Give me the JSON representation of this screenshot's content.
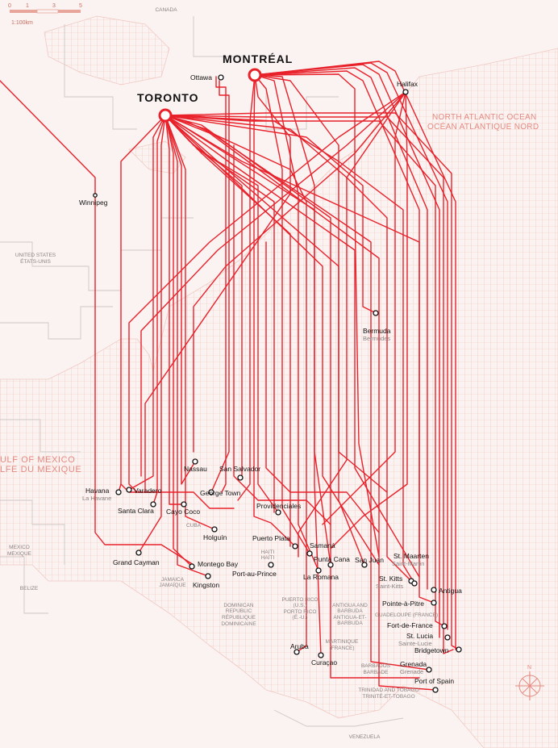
{
  "map": {
    "scale": {
      "ticks": [
        "0",
        "1",
        "3",
        "5"
      ],
      "label": "1:100km"
    },
    "colors": {
      "route": "#e8212b",
      "land": "#fbf3f1",
      "grid": "#f2bdb6",
      "border": "#c9c2c0",
      "text": "#111111",
      "region": "#8a8382"
    },
    "hubs": [
      {
        "id": "toronto",
        "name": "TORONTO"
      },
      {
        "id": "montreal",
        "name": "MONTRÉAL"
      }
    ],
    "stations": [
      {
        "id": "ottawa",
        "name": "Ottawa"
      },
      {
        "id": "halifax",
        "name": "Halifax"
      },
      {
        "id": "winnipeg",
        "name": "Winnipeg"
      },
      {
        "id": "bermuda",
        "name": "Bermuda",
        "sub": "Bermudes"
      },
      {
        "id": "nassau",
        "name": "Nassau"
      },
      {
        "id": "sansalvador",
        "name": "San Salvador"
      },
      {
        "id": "havana",
        "name": "Havana",
        "sub": "La Havane"
      },
      {
        "id": "varadero",
        "name": "Varadero"
      },
      {
        "id": "georgetown",
        "name": "George Town"
      },
      {
        "id": "santaclara",
        "name": "Santa Clara"
      },
      {
        "id": "cayococo",
        "name": "Cayo Coco"
      },
      {
        "id": "providenciales",
        "name": "Providenciales"
      },
      {
        "id": "holguin",
        "name": "Holguín"
      },
      {
        "id": "grandcayman",
        "name": "Grand Cayman"
      },
      {
        "id": "montegobay",
        "name": "Montego Bay"
      },
      {
        "id": "kingston",
        "name": "Kingston"
      },
      {
        "id": "puertoplata",
        "name": "Puerto Plata"
      },
      {
        "id": "samana",
        "name": "Samaná"
      },
      {
        "id": "portauprince",
        "name": "Port-au-Prince"
      },
      {
        "id": "puntacana",
        "name": "Punta Cana"
      },
      {
        "id": "laromana",
        "name": "La Romana"
      },
      {
        "id": "sanjuan",
        "name": "San Juan"
      },
      {
        "id": "stmaarten",
        "name": "St. Maarten",
        "sub": "Saint-Martin"
      },
      {
        "id": "stkitts",
        "name": "St. Kitts",
        "sub": "Saint-Kitts"
      },
      {
        "id": "antigua",
        "name": "Antigua"
      },
      {
        "id": "pointeapitre",
        "name": "Pointe-à-Pitre"
      },
      {
        "id": "fortdefrance",
        "name": "Fort-de-France"
      },
      {
        "id": "stlucia",
        "name": "St. Lucia",
        "sub": "Sainte-Lucie"
      },
      {
        "id": "bridgetown",
        "name": "Bridgetown"
      },
      {
        "id": "aruba",
        "name": "Aruba"
      },
      {
        "id": "curacao",
        "name": "Curaçao"
      },
      {
        "id": "grenada",
        "name": "Grenada",
        "sub": "Grenade"
      },
      {
        "id": "portofspain",
        "name": "Port of Spain"
      }
    ],
    "regions": [
      {
        "id": "canada",
        "lines": [
          "CANADA"
        ]
      },
      {
        "id": "us",
        "lines": [
          "UNITED STATES",
          "ÉTATS-UNIS"
        ]
      },
      {
        "id": "mexico",
        "lines": [
          "MEXICO",
          "MEXIQUE"
        ]
      },
      {
        "id": "belize",
        "lines": [
          "BELIZE"
        ]
      },
      {
        "id": "cuba",
        "lines": [
          "CUBA"
        ]
      },
      {
        "id": "haiti",
        "lines": [
          "HAITI",
          "HAÏTI"
        ]
      },
      {
        "id": "jamaica",
        "lines": [
          "JAMAICA",
          "JAMAÏQUE"
        ]
      },
      {
        "id": "dominican",
        "lines": [
          "DOMINICAN",
          "REPUBLIC",
          "RÉPUBLIQUE",
          "DOMINICAINE"
        ]
      },
      {
        "id": "puertorico",
        "lines": [
          "PUERTO RICO",
          "(U.S.)",
          "PORTO RICO",
          "(É.-U.)"
        ]
      },
      {
        "id": "antiguabarbuda",
        "lines": [
          "ANTIGUA AND",
          "BARBUDA",
          "ANTIGUA-ET-",
          "BARBUDA"
        ]
      },
      {
        "id": "guadeloupe",
        "lines": [
          "GUADELOUPE (FRANCE)"
        ]
      },
      {
        "id": "martinique",
        "lines": [
          "MARTINIQUE",
          "(FRANCE)"
        ]
      },
      {
        "id": "barbados",
        "lines": [
          "BARBADOS",
          "BARBADE"
        ]
      },
      {
        "id": "trinidad",
        "lines": [
          "TRINIDAD AND TOBAGO",
          "TRINITÉ-ET-TOBAGO"
        ]
      },
      {
        "id": "venezuela",
        "lines": [
          "VENEZUELA"
        ]
      }
    ],
    "water": [
      {
        "id": "atlantic",
        "lines": [
          "NORTH ATLANTIC OCEAN",
          "OCÉAN ATLANTIQUE NORD"
        ]
      },
      {
        "id": "gulf",
        "lines": [
          "ULF OF MEXICO",
          "LFE DU MEXIQUE"
        ]
      }
    ],
    "compass": {
      "label": "N"
    }
  }
}
